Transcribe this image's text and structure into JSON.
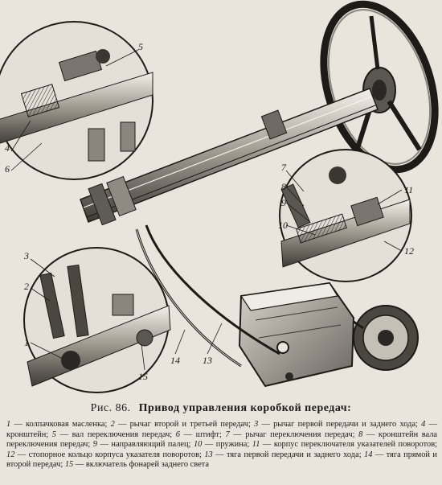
{
  "figure": {
    "number": "Рис. 86.",
    "title": "Привод управления коробкой передач:"
  },
  "callouts": [
    "1",
    "2",
    "3",
    "4",
    "5",
    "6",
    "7",
    "8",
    "9",
    "10",
    "11",
    "12",
    "13",
    "14",
    "15"
  ],
  "legend": [
    {
      "num": "1",
      "text": "колпачковая масленка;"
    },
    {
      "num": "2",
      "text": "рычаг второй и третьей передач;"
    },
    {
      "num": "3",
      "text": "рычаг первой передачи и заднего хода;"
    },
    {
      "num": "4",
      "text": "кронштейн;"
    },
    {
      "num": "5",
      "text": "вал переключения передач;"
    },
    {
      "num": "6",
      "text": "штифт;"
    },
    {
      "num": "7",
      "text": "рычаг переключения передач;"
    },
    {
      "num": "8",
      "text": "кронштейн вала переключения передач;"
    },
    {
      "num": "9",
      "text": "направляющий палец;"
    },
    {
      "num": "10",
      "text": "пружина;"
    },
    {
      "num": "11",
      "text": "корпус переключателя указателей поворотов;"
    },
    {
      "num": "12",
      "text": "стопорное кольцо корпуса указателя поворотов;"
    },
    {
      "num": "13",
      "text": "тяга первой передачи и заднего хода;"
    },
    {
      "num": "14",
      "text": "тяга прямой и второй передач;"
    },
    {
      "num": "15",
      "text": "включатель фонарей заднего света"
    }
  ]
}
